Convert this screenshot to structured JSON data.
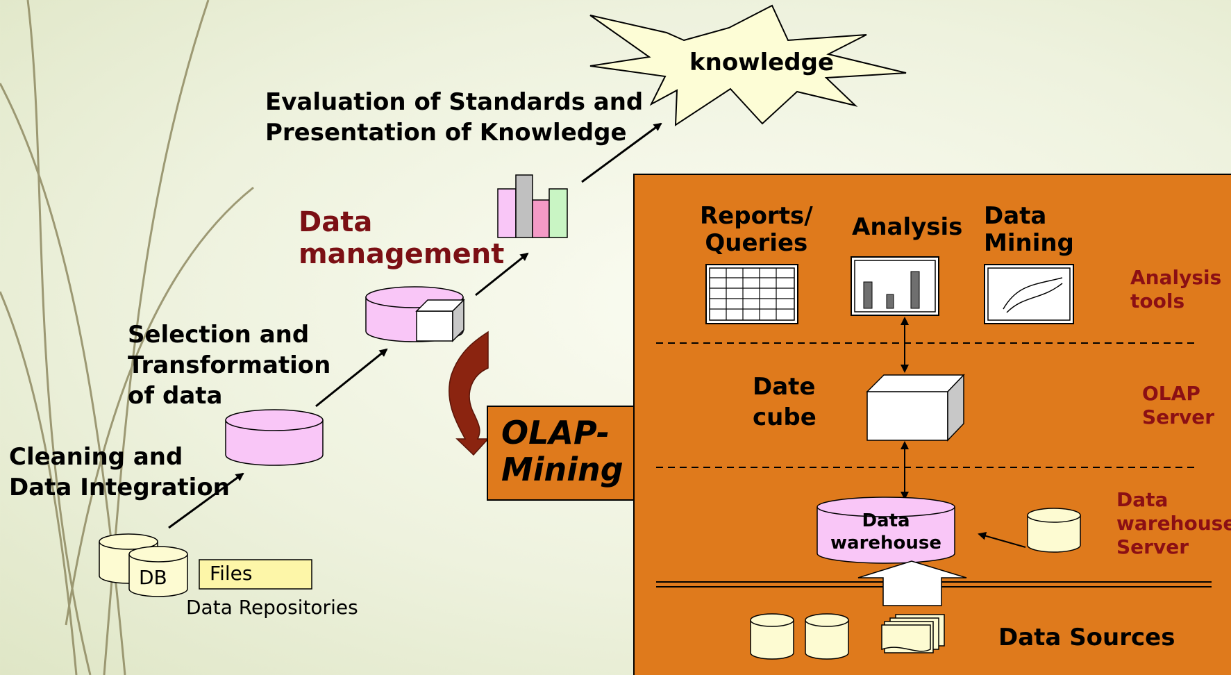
{
  "left_flow": {
    "knowledge_label": "knowledge",
    "evaluation_label": [
      "Evaluation of Standards and",
      "Presentation of Knowledge"
    ],
    "data_management_label": [
      "Data",
      "management"
    ],
    "selection_label": [
      "Selection and",
      "Transformation",
      "of data"
    ],
    "cleaning_label": [
      "Cleaning and",
      "Data Integration"
    ],
    "db_label": "DB",
    "files_label": "Files",
    "repositories_label": "Data Repositories",
    "olap_mining_label": [
      "OLAP-",
      "Mining"
    ]
  },
  "architecture": {
    "reports_label": [
      "Reports/",
      "Queries"
    ],
    "analysis_label": "Analysis",
    "data_mining_label": [
      "Data",
      "Mining"
    ],
    "analysis_tools_label": [
      "Analysis",
      "tools"
    ],
    "date_cube_label": [
      "Date",
      "cube"
    ],
    "olap_server_label": [
      "OLAP",
      "Server"
    ],
    "warehouse_label": [
      "Data",
      "warehouse"
    ],
    "warehouse_server_label": [
      "Data",
      "warehouse",
      "Server"
    ],
    "data_sources_label": "Data Sources"
  },
  "colors": {
    "panel": "#df7a1c",
    "pink": "#f9c6f7",
    "cream": "#fdfbd2",
    "files_yellow": "#fdf6a8",
    "maroon_text": "#7b0f14",
    "curved_arrow": "#8b2410"
  }
}
